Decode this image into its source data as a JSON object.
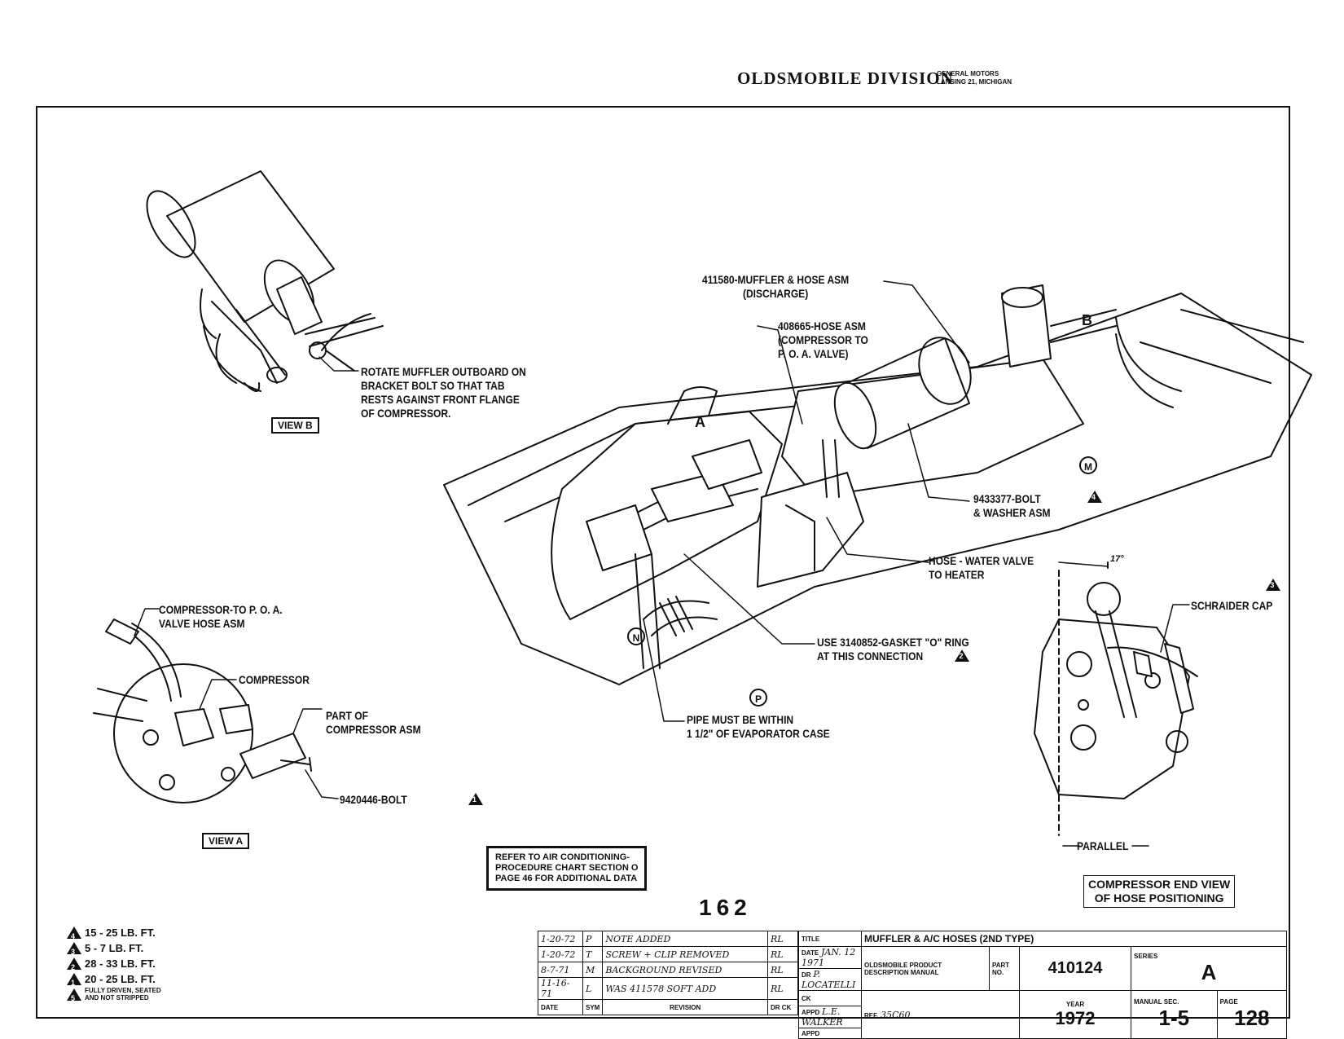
{
  "header": {
    "brand": "OLDSMOBILE DIVISION",
    "sub_line1": "GENERAL MOTORS",
    "sub_line2": "LANSING 21, MICHIGAN"
  },
  "labels": {
    "view_b": "VIEW B",
    "view_a": "VIEW A",
    "rotate_muffler": "ROTATE MUFFLER OUTBOARD ON\nBRACKET BOLT SO THAT TAB\nRESTS AGAINST FRONT FLANGE\nOF COMPRESSOR.",
    "muffler_hose": "411580-MUFFLER & HOSE ASM\n(DISCHARGE)",
    "hose_asm": "408665-HOSE ASM\n(COMPRESSOR TO\nP. O. A. VALVE)",
    "bolt_washer": "9433377-BOLT\n& WASHER ASM",
    "hose_water_valve": "HOSE - WATER VALVE\nTO HEATER",
    "gasket": "USE 3140852-GASKET \"O\" RING\nAT THIS CONNECTION",
    "pipe_within": "PIPE MUST BE WITHIN\n1 1/2\" OF EVAPORATOR CASE",
    "compressor_poa": "COMPRESSOR-TO P. O. A.\nVALVE HOSE ASM",
    "compressor": "COMPRESSOR",
    "part_of": "PART OF\nCOMPRESSOR ASM",
    "bolt_9420446": "9420446-BOLT",
    "schraider_cap": "SCHRAIDER CAP",
    "parallel": "PARALLEL",
    "angle": "17°",
    "marker_m": "M",
    "marker_n": "N",
    "marker_p": "P",
    "marker_a": "A",
    "marker_b": "B",
    "refer_box": "REFER TO AIR CONDITIONING-\nPROCEDURE CHART SECTION O\nPAGE 46 FOR ADDITIONAL DATA",
    "end_view": "COMPRESSOR END VIEW\nOF HOSE POSITIONING",
    "page_number": "162"
  },
  "torque_notes": [
    {
      "num": "4",
      "text": "15 - 25 LB. FT."
    },
    {
      "num": "3",
      "text": "5 - 7 LB. FT."
    },
    {
      "num": "2",
      "text": "28 - 33 LB. FT."
    },
    {
      "num": "1",
      "text": "20 - 25 LB. FT."
    },
    {
      "num": "5",
      "text": "FULLY DRIVEN, SEATED\nAND NOT STRIPPED"
    }
  ],
  "title_block": {
    "revisions": [
      {
        "date": "1-20-72",
        "sym": "P",
        "text": "NOTE ADDED",
        "by": "RL"
      },
      {
        "date": "1-20-72",
        "sym": "T",
        "text": "SCREW + CLIP REMOVED",
        "by": "RL"
      },
      {
        "date": "8-7-71",
        "sym": "M",
        "text": "BACKGROUND REVISED",
        "by": "RL"
      },
      {
        "date": "11-16-71",
        "sym": "L",
        "text": "WAS 411578 SOFT ADD",
        "by": "RL"
      }
    ],
    "col_date": "DATE",
    "col_sym": "SYM",
    "col_revision": "REVISION",
    "col_dr": "DR",
    "col_ck": "CK",
    "title_label": "TITLE",
    "title": "MUFFLER & A/C HOSES (2ND TYPE)",
    "date_label": "DATE",
    "date_value": "JAN. 12 1971",
    "dr_label": "DR",
    "dr_value": "P. LOCATELLI",
    "ck_label": "CK",
    "appd_label": "APPD",
    "appd_value": "L.E. WALKER",
    "appd2_label": "APPD",
    "product_line1": "OLDSMOBILE PRODUCT",
    "product_line2": "DESCRIPTION MANUAL",
    "ref_label": "REF.",
    "ref_value": "35C60",
    "part_label": "PART NO.",
    "part_no": "410124",
    "series_label": "SERIES",
    "series": "A",
    "year_label": "YEAR",
    "year": "1972",
    "manual_sec_label": "MANUAL SEC.",
    "manual_sec": "1-5",
    "page_label": "PAGE",
    "page": "128"
  }
}
